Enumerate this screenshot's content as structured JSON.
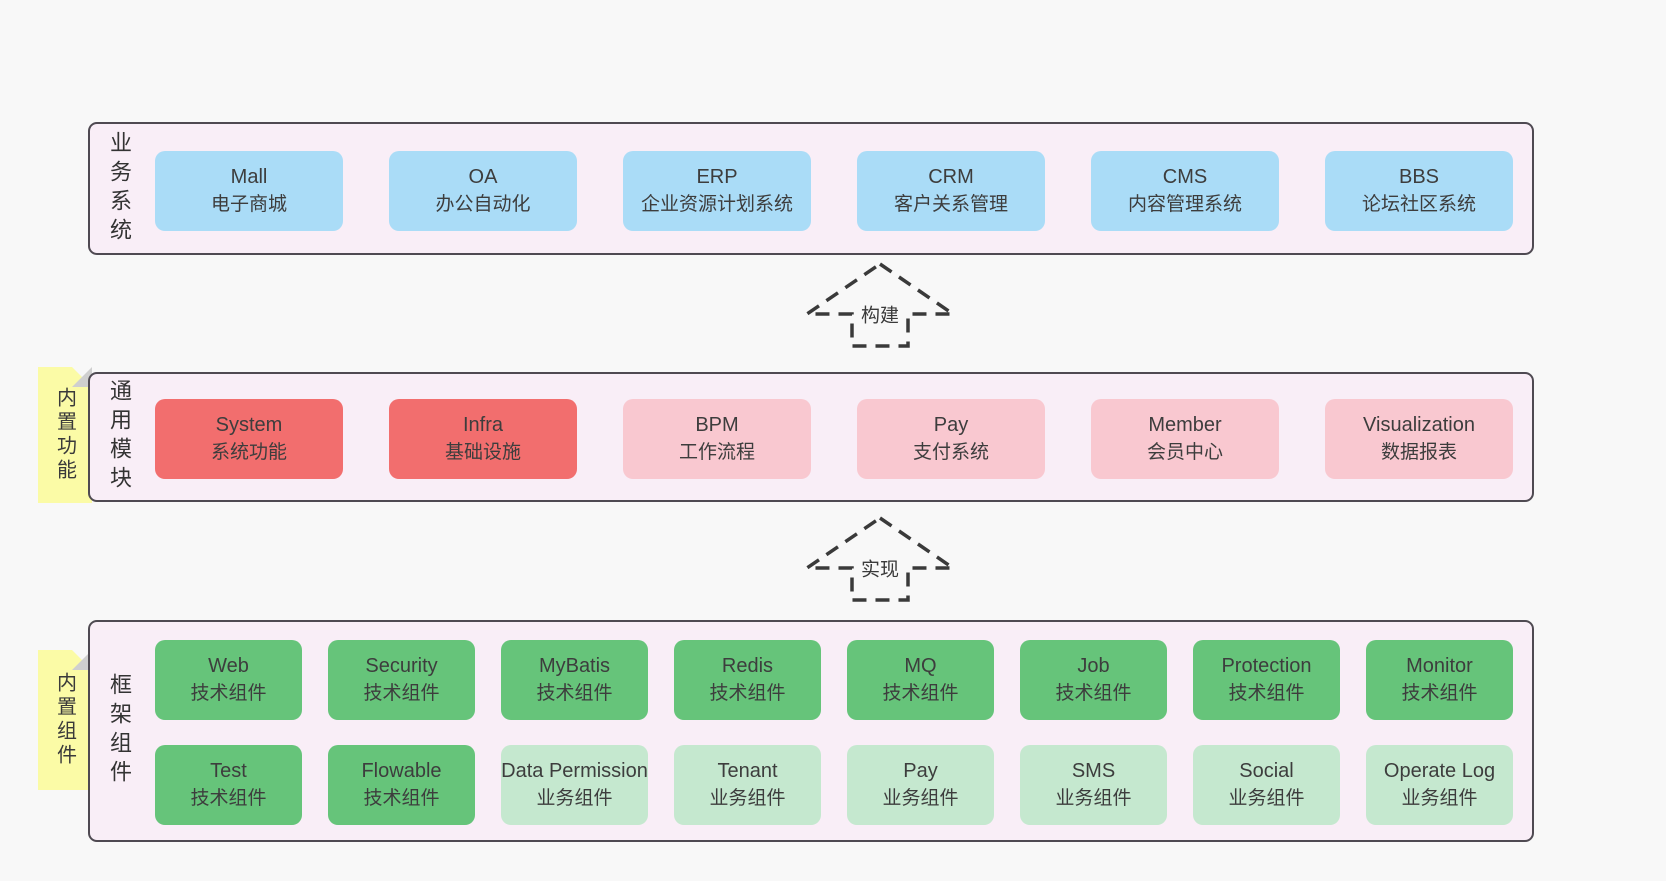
{
  "colors": {
    "page-bg": "#f8f8f8",
    "section-bg": "#f9eef7",
    "section-border": "#4f4a52",
    "box-blue": "#aadcf7",
    "box-red": "#f26e6e",
    "box-pink": "#f9c8d0",
    "box-green": "#66c47a",
    "box-green-light": "#c5e8cf",
    "tab-yellow": "#fbfba6",
    "tab-fold": "#cfcfcf",
    "text": "#3d3d3d",
    "arrow": "#3a3a3a"
  },
  "arrows": [
    {
      "label": "构建"
    },
    {
      "label": "实现"
    }
  ],
  "sections": [
    {
      "label": "业务系统",
      "boxes": [
        {
          "title": "Mall",
          "subtitle": "电子商城"
        },
        {
          "title": "OA",
          "subtitle": "办公自动化"
        },
        {
          "title": "ERP",
          "subtitle": "企业资源计划系统"
        },
        {
          "title": "CRM",
          "subtitle": "客户关系管理"
        },
        {
          "title": "CMS",
          "subtitle": "内容管理系统"
        },
        {
          "title": "BBS",
          "subtitle": "论坛社区系统"
        }
      ]
    },
    {
      "label": "通用模块",
      "tab": "内置功能",
      "boxes": [
        {
          "title": "System",
          "subtitle": "系统功能"
        },
        {
          "title": "Infra",
          "subtitle": "基础设施"
        },
        {
          "title": "BPM",
          "subtitle": "工作流程"
        },
        {
          "title": "Pay",
          "subtitle": "支付系统"
        },
        {
          "title": "Member",
          "subtitle": "会员中心"
        },
        {
          "title": "Visualization",
          "subtitle": "数据报表"
        }
      ]
    },
    {
      "label": "框架组件",
      "tab": "内置组件",
      "rows": [
        [
          {
            "title": "Web",
            "subtitle": "技术组件"
          },
          {
            "title": "Security",
            "subtitle": "技术组件"
          },
          {
            "title": "MyBatis",
            "subtitle": "技术组件"
          },
          {
            "title": "Redis",
            "subtitle": "技术组件"
          },
          {
            "title": "MQ",
            "subtitle": "技术组件"
          },
          {
            "title": "Job",
            "subtitle": "技术组件"
          },
          {
            "title": "Protection",
            "subtitle": "技术组件"
          },
          {
            "title": "Monitor",
            "subtitle": "技术组件"
          }
        ],
        [
          {
            "title": "Test",
            "subtitle": "技术组件"
          },
          {
            "title": "Flowable",
            "subtitle": "技术组件"
          },
          {
            "title": "Data Permission",
            "subtitle": "业务组件"
          },
          {
            "title": "Tenant",
            "subtitle": "业务组件"
          },
          {
            "title": "Pay",
            "subtitle": "业务组件"
          },
          {
            "title": "SMS",
            "subtitle": "业务组件"
          },
          {
            "title": "Social",
            "subtitle": "业务组件"
          },
          {
            "title": "Operate Log",
            "subtitle": "业务组件"
          }
        ]
      ]
    }
  ]
}
